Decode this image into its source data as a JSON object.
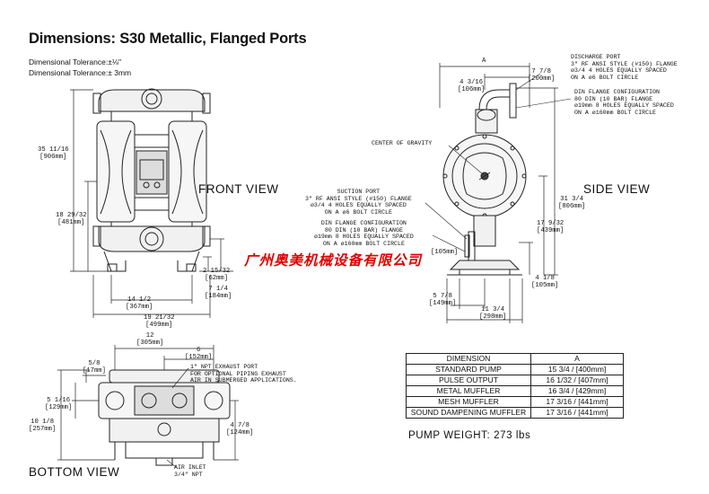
{
  "title": "Dimensions: S30 Metallic, Flanged Ports",
  "tolerance": {
    "line1": "Dimensional Tolerance:±⅛\"",
    "line2": "Dimensional Tolerance:± 3mm"
  },
  "views": {
    "front": "FRONT VIEW",
    "side": "SIDE VIEW",
    "bottom": "BOTTOM VIEW"
  },
  "front_dims": {
    "overall_height": [
      "35 11/16",
      "[906mm]"
    ],
    "mid_height": [
      "18 29/32",
      "[481mm]"
    ],
    "foot_height": [
      "2 15/32",
      "[62mm]"
    ],
    "port_height": [
      "7 1/4",
      "[184mm]"
    ],
    "base_width": [
      "14 1/2",
      "[367mm]"
    ],
    "overall_width": [
      "19 21/32",
      "[499mm]"
    ]
  },
  "side_dims": {
    "a_label": "A",
    "top_offset": [
      "4 3/16",
      "[106mm]"
    ],
    "discharge_offset": [
      "7 7/8",
      "[200mm]"
    ],
    "overall_height": [
      "31 3/4",
      "[806mm]"
    ],
    "suction_height": [
      "17 9/32",
      "[439mm]"
    ],
    "inlet_height": [
      "[105mm]"
    ],
    "foot_height": [
      "4 1/8",
      "[105mm]"
    ],
    "base_half": [
      "5 7/8",
      "[149mm]"
    ],
    "base_width": [
      "11 3/4",
      "[298mm]"
    ]
  },
  "side_notes": {
    "discharge_port": [
      "DISCHARGE PORT",
      "3\" RF ANSI STYLE (#150) FLANGE",
      "ø3/4 4 HOLES EQUALLY SPACED",
      "ON A ø6 BOLT CIRCLE"
    ],
    "din_discharge": [
      "DIN FLANGE CONFIGURATION",
      "80 DIN (10 BAR) FLANGE",
      "ø19mm 8 HOLES EQUALLY SPACED",
      "ON A ø160mm BOLT CIRCLE"
    ],
    "center_of_gravity": "CENTER OF GRAVITY",
    "suction_port": [
      "SUCTION PORT",
      "3\" RF ANSI STYLE (#150) FLANGE",
      "ø3/4 4 HOLES EQUALLY SPACED",
      "ON A ø6 BOLT CIRCLE"
    ],
    "din_suction": [
      "DIN FLANGE CONFIGURATION",
      "80 DIN (10 BAR) FLANGE",
      "ø19mm 8 HOLES EQUALLY SPACED",
      "ON A ø160mm BOLT CIRCLE"
    ]
  },
  "bottom_dims": {
    "width_top": [
      "12",
      "[305mm]"
    ],
    "exhaust_offset": [
      "6",
      "[152mm]"
    ],
    "left_small": [
      "5/8",
      "[17mm]"
    ],
    "mid_left": [
      "5 1/16",
      "[129mm]"
    ],
    "overall_left": [
      "10 1/8",
      "[257mm]"
    ],
    "right_small": [
      "4 7/8",
      "[124mm]"
    ]
  },
  "bottom_notes": {
    "exhaust": [
      "1\" NPT EXHAUST PORT",
      "FOR OPTIONAL PIPING EXHAUST",
      "AIR IN SUBMERGED APPLICATIONS."
    ],
    "air_inlet": [
      "AIR INLET",
      "3/4\" NPT"
    ]
  },
  "watermark": "广州奥美机械设备有限公司",
  "dimension_table": {
    "headers": [
      "DIMENSION",
      "A"
    ],
    "rows": [
      [
        "STANDARD PUMP",
        "15 3/4 / [400mm]"
      ],
      [
        "PULSE OUTPUT",
        "16 1/32 / [407mm]"
      ],
      [
        "METAL MUFFLER",
        "16 3/4 / [429mm]"
      ],
      [
        "MESH MUFFLER",
        "17 3/16 / [441mm]"
      ],
      [
        "SOUND DAMPENING MUFFLER",
        "17 3/16 / [441mm]"
      ]
    ]
  },
  "pump_weight": "PUMP WEIGHT: 273 lbs"
}
